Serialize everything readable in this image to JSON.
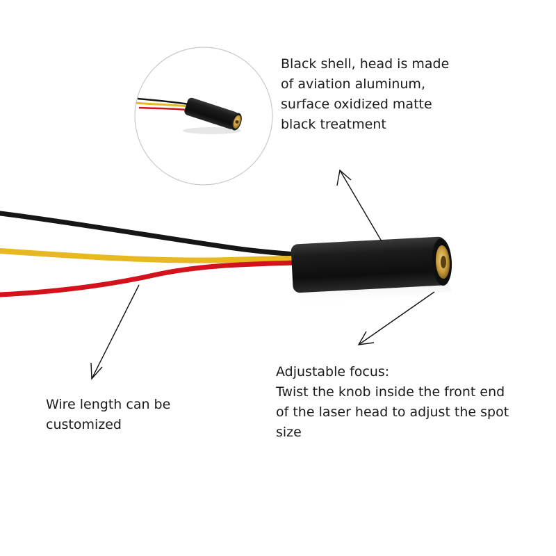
{
  "annotations": {
    "shell": {
      "lines": [
        "Black shell, head is made",
        "of aviation aluminum,",
        "surface oxidized matte",
        "black treatment"
      ]
    },
    "focus": {
      "lines": [
        "Adjustable focus:",
        "Twist the knob inside the front end",
        "of the laser head to adjust the spot",
        "size"
      ]
    },
    "wire": {
      "lines": [
        "Wire length can be",
        "customized"
      ]
    }
  },
  "colors": {
    "background": "#ffffff",
    "shell": "#141414",
    "wire_black": "#161616",
    "wire_yellow": "#e8b820",
    "wire_red": "#d3121b",
    "brass_lens": "#c89a3a",
    "arrow": "#111111",
    "inset_circle": "#c8c8c8"
  }
}
